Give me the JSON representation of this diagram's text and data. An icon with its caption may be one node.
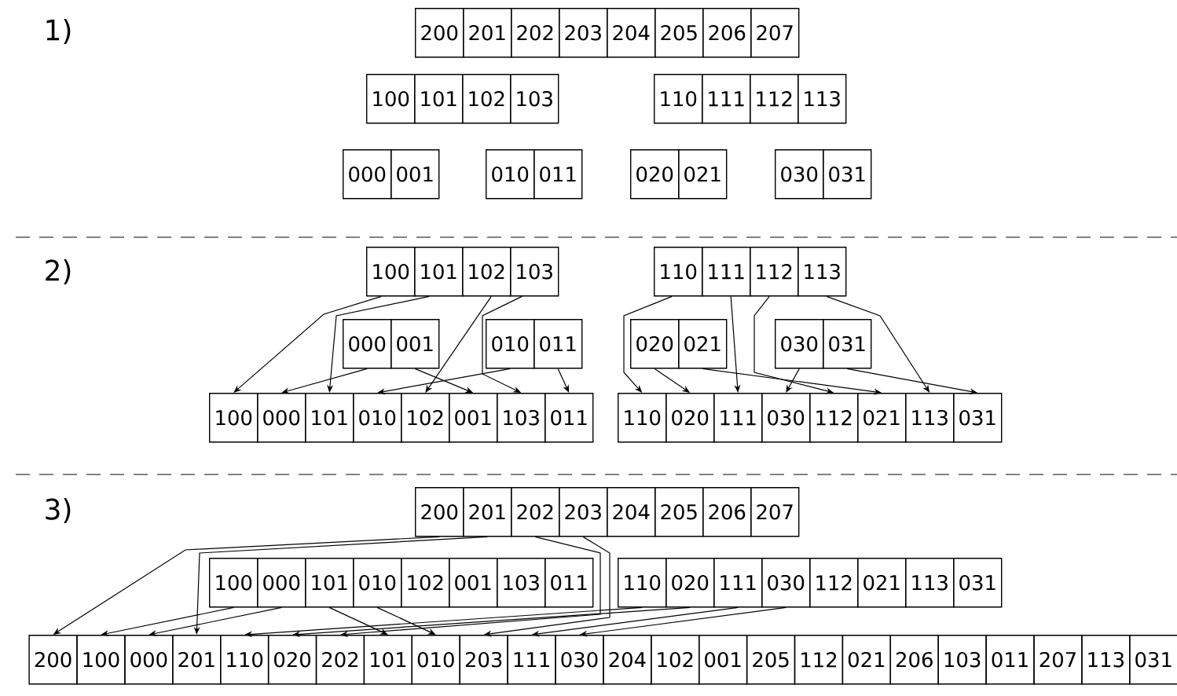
{
  "diagram": {
    "nodes": [
      {
        "text": [
          "200"
        ]
      },
      {
        "text": [
          "201"
        ]
      },
      {
        "text": [
          "202"
        ]
      },
      {
        "text": [
          "203"
        ]
      },
      {
        "text": [
          "204"
        ]
      },
      {
        "text": [
          "205"
        ]
      },
      {
        "text": [
          "206"
        ]
      },
      {
        "text": [
          "207"
        ]
      },
      {
        "text": [
          "100"
        ]
      },
      {
        "text": [
          "101"
        ]
      },
      {
        "text": [
          "102"
        ]
      },
      {
        "text": [
          "103"
        ]
      },
      {
        "text": [
          "110"
        ]
      },
      {
        "text": [
          "111"
        ]
      },
      {
        "text": [
          "112"
        ]
      },
      {
        "text": [
          "113"
        ]
      },
      {
        "text": [
          "000"
        ]
      },
      {
        "text": [
          "001"
        ]
      },
      {
        "text": [
          "010"
        ]
      },
      {
        "text": [
          "011"
        ]
      },
      {
        "text": [
          "020"
        ]
      },
      {
        "text": [
          "021"
        ]
      },
      {
        "text": [
          "030"
        ]
      },
      {
        "text": [
          "031"
        ]
      },
      {
        "text": [
          "100"
        ]
      },
      {
        "text": [
          "101"
        ]
      },
      {
        "text": [
          "102"
        ]
      },
      {
        "text": [
          "103"
        ]
      },
      {
        "text": [
          "110"
        ]
      },
      {
        "text": [
          "111"
        ]
      },
      {
        "text": [
          "112"
        ]
      },
      {
        "text": [
          "113"
        ]
      },
      {
        "text": [
          "000"
        ]
      },
      {
        "text": [
          "001"
        ]
      },
      {
        "text": [
          "010"
        ]
      },
      {
        "text": [
          "011"
        ]
      },
      {
        "text": [
          "020"
        ]
      },
      {
        "text": [
          "021"
        ]
      },
      {
        "text": [
          "030"
        ]
      },
      {
        "text": [
          "031"
        ]
      },
      {
        "text": [
          "100"
        ]
      },
      {
        "text": [
          "000"
        ]
      },
      {
        "text": [
          "101"
        ]
      },
      {
        "text": [
          "010"
        ]
      },
      {
        "text": [
          "102"
        ]
      },
      {
        "text": [
          "001"
        ]
      },
      {
        "text": [
          "103"
        ]
      },
      {
        "text": [
          "011"
        ]
      },
      {
        "text": [
          "110"
        ]
      },
      {
        "text": [
          "020"
        ]
      },
      {
        "text": [
          "111"
        ]
      },
      {
        "text": [
          "030"
        ]
      },
      {
        "text": [
          "112"
        ]
      },
      {
        "text": [
          "021"
        ]
      },
      {
        "text": [
          "113"
        ]
      },
      {
        "text": [
          "031"
        ]
      },
      {
        "text": [
          "200"
        ]
      },
      {
        "text": [
          "201"
        ]
      },
      {
        "text": [
          "202"
        ]
      },
      {
        "text": [
          "203"
        ]
      },
      {
        "text": [
          "204"
        ]
      },
      {
        "text": [
          "205"
        ]
      },
      {
        "text": [
          "206"
        ]
      },
      {
        "text": [
          "207"
        ]
      },
      {
        "text": [
          "100"
        ]
      },
      {
        "text": [
          "000"
        ]
      },
      {
        "text": [
          "101"
        ]
      },
      {
        "text": [
          "010"
        ]
      },
      {
        "text": [
          "102"
        ]
      },
      {
        "text": [
          "001"
        ]
      },
      {
        "text": [
          "103"
        ]
      },
      {
        "text": [
          "011"
        ]
      },
      {
        "text": [
          "110"
        ]
      },
      {
        "text": [
          "020"
        ]
      },
      {
        "text": [
          "111"
        ]
      },
      {
        "text": [
          "030"
        ]
      },
      {
        "text": [
          "112"
        ]
      },
      {
        "text": [
          "021"
        ]
      },
      {
        "text": [
          "113"
        ]
      },
      {
        "text": [
          "031"
        ]
      },
      {
        "text": [
          "200"
        ]
      },
      {
        "text": [
          "100"
        ]
      },
      {
        "text": [
          "000"
        ]
      },
      {
        "text": [
          "201"
        ]
      },
      {
        "text": [
          "110"
        ]
      },
      {
        "text": [
          "020"
        ]
      },
      {
        "text": [
          "202"
        ]
      },
      {
        "text": [
          "101"
        ]
      },
      {
        "text": [
          "010"
        ]
      },
      {
        "text": [
          "203"
        ]
      },
      {
        "text": [
          "111"
        ]
      },
      {
        "text": [
          "030"
        ]
      },
      {
        "text": [
          "204"
        ]
      },
      {
        "text": [
          "102"
        ]
      },
      {
        "text": [
          "001"
        ]
      },
      {
        "text": [
          "205"
        ]
      },
      {
        "text": [
          "112"
        ]
      },
      {
        "text": [
          "021"
        ]
      },
      {
        "text": [
          "206"
        ]
      },
      {
        "text": [
          "103"
        ]
      },
      {
        "text": [
          "011"
        ]
      },
      {
        "text": [
          "207"
        ]
      },
      {
        "text": [
          "113"
        ]
      },
      {
        "text": [
          "031"
        ]
      }
    ],
    "edges": [
      {
        "from": 24,
        "to": 40,
        "arrow": "to"
      },
      {
        "from": 25,
        "to": 42,
        "arrow": "to"
      },
      {
        "from": 26,
        "to": 44,
        "arrow": "to"
      },
      {
        "from": 27,
        "to": 46,
        "arrow": "to"
      },
      {
        "from": 32,
        "to": 41,
        "arrow": "to"
      },
      {
        "from": 33,
        "to": 45,
        "arrow": "to"
      },
      {
        "from": 34,
        "to": 43,
        "arrow": "to"
      },
      {
        "from": 35,
        "to": 47,
        "arrow": "to"
      },
      {
        "from": 28,
        "to": 48,
        "arrow": "to"
      },
      {
        "from": 29,
        "to": 50,
        "arrow": "to"
      },
      {
        "from": 30,
        "to": 52,
        "arrow": "to"
      },
      {
        "from": 31,
        "to": 54,
        "arrow": "to"
      },
      {
        "from": 36,
        "to": 49,
        "arrow": "to"
      },
      {
        "from": 37,
        "to": 53,
        "arrow": "to"
      },
      {
        "from": 38,
        "to": 51,
        "arrow": "to"
      },
      {
        "from": 39,
        "to": 55,
        "arrow": "to"
      },
      {
        "from": 56,
        "to": 80,
        "arrow": "to"
      },
      {
        "from": 64,
        "to": 81,
        "arrow": "to"
      },
      {
        "from": 65,
        "to": 82,
        "arrow": "to"
      },
      {
        "from": 57,
        "to": 83,
        "arrow": "to"
      },
      {
        "from": 72,
        "to": 84,
        "arrow": "to"
      },
      {
        "from": 73,
        "to": 85,
        "arrow": "to"
      },
      {
        "from": 58,
        "to": 86,
        "arrow": "to"
      },
      {
        "from": 66,
        "to": 87,
        "arrow": "to"
      },
      {
        "from": 67,
        "to": 88,
        "arrow": "to"
      },
      {
        "from": 59,
        "to": 89,
        "arrow": "to"
      },
      {
        "from": 74,
        "to": 90,
        "arrow": "to"
      },
      {
        "from": 75,
        "to": 91,
        "arrow": "to"
      }
    ],
    "labels": [
      "1)",
      "2)",
      "3)"
    ]
  }
}
